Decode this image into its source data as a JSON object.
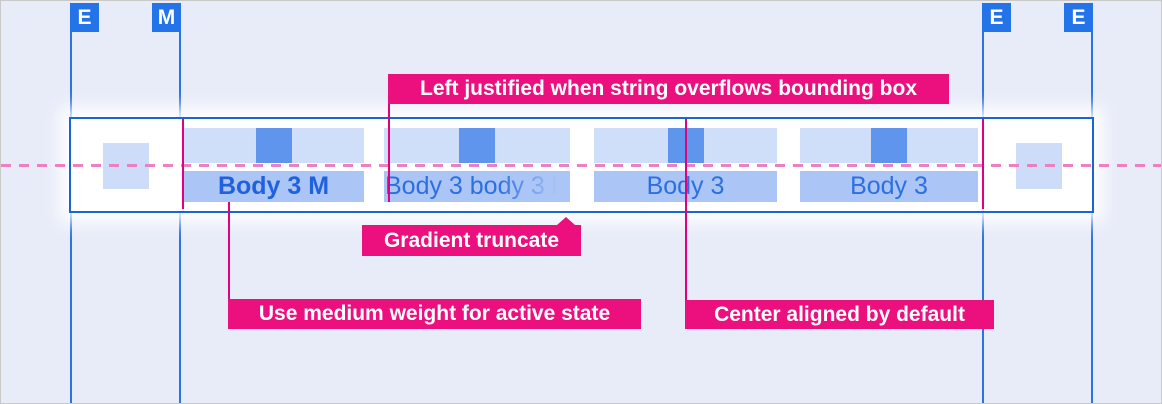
{
  "markers": {
    "labels": [
      "E",
      "M",
      "E",
      "E"
    ]
  },
  "tab_bar": {
    "tabs": [
      {
        "label": "Body 3 M",
        "state": "active-medium-weight"
      },
      {
        "label": "Body 3 body 3 b",
        "state": "overflow-gradient-truncated-left-justified"
      },
      {
        "label": "Body 3",
        "state": "default-center-aligned"
      },
      {
        "label": "Body 3",
        "state": "default-center-aligned"
      }
    ]
  },
  "annotations": {
    "left_justified": "Left justified when string overflows bounding box",
    "gradient_truncate": "Gradient truncate",
    "medium_weight": "Use medium weight for active state",
    "center_aligned": "Center aligned by default"
  },
  "colors": {
    "background": "#e8ecf9",
    "marker_blue": "#2573e8",
    "guide_line_blue": "#2b72e2",
    "bar_border_blue": "#1a64d9",
    "tab_fill_light_blue": "#cfdef9",
    "label_band_blue": "#aac5f6",
    "icon_blue": "#6095ee",
    "tab_text_blue": "#2e6fe0",
    "active_tab_text_blue": "#2061dd",
    "annotation_pink": "#ec0f7e",
    "annotation_line_pink": "#e3007f",
    "dashed_baseline_pink": "#ee80c0"
  }
}
